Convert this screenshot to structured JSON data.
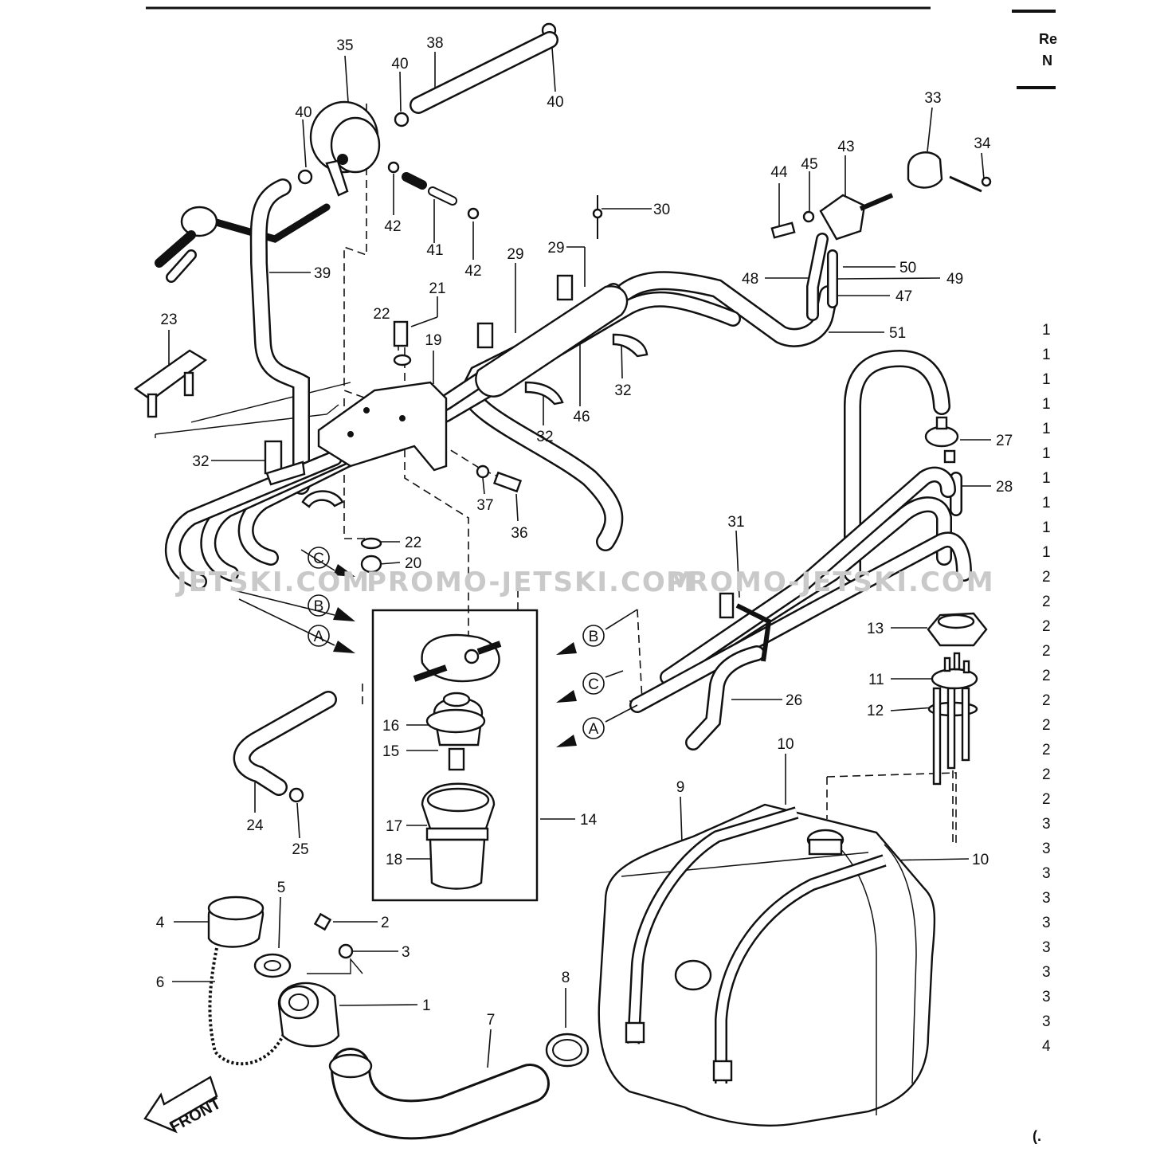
{
  "callouts": {
    "c1": "1",
    "c2": "2",
    "c3": "3",
    "c4": "4",
    "c5": "5",
    "c6": "6",
    "c7": "7",
    "c8": "8",
    "c9": "9",
    "c10a": "10",
    "c10b": "10",
    "c11": "11",
    "c12": "12",
    "c13": "13",
    "c14": "14",
    "c15": "15",
    "c16": "16",
    "c17": "17",
    "c18": "18",
    "c19": "19",
    "c20": "20",
    "c21": "21",
    "c22a": "22",
    "c22b": "22",
    "c23": "23",
    "c24": "24",
    "c25": "25",
    "c26": "26",
    "c27": "27",
    "c28": "28",
    "c29a": "29",
    "c29b": "29",
    "c30": "30",
    "c31": "31",
    "c32a": "32",
    "c32b": "32",
    "c32c": "32",
    "c33": "33",
    "c34": "34",
    "c35": "35",
    "c36": "36",
    "c37": "37",
    "c38": "38",
    "c40a": "40",
    "c40b": "40",
    "c40c": "40",
    "c39": "39",
    "c41": "41",
    "c42a": "42",
    "c42b": "42",
    "c43": "43",
    "c44": "44",
    "c45": "45",
    "c46": "46",
    "c47": "47",
    "c48": "48",
    "c49": "49",
    "c50": "50",
    "c51": "51"
  },
  "connectors": {
    "left": [
      "C",
      "B",
      "A"
    ],
    "right": [
      "B",
      "C",
      "A"
    ]
  },
  "front_label": "FRONT",
  "watermarks": [
    "JETSKI.COM",
    "PROMO-JETSKI.COM",
    "PROMO-JETSKI.COM"
  ],
  "right_edge": {
    "header_1": "Re",
    "header_2": "N",
    "rows": [
      "1",
      "1",
      "1",
      "1",
      "1",
      "1",
      "1",
      "1",
      "1",
      "1",
      "2",
      "2",
      "2",
      "2",
      "2",
      "2",
      "2",
      "2",
      "2",
      "2",
      "3",
      "3",
      "3",
      "3",
      "3",
      "3",
      "3",
      "3",
      "3",
      "4"
    ],
    "footer": "(."
  }
}
